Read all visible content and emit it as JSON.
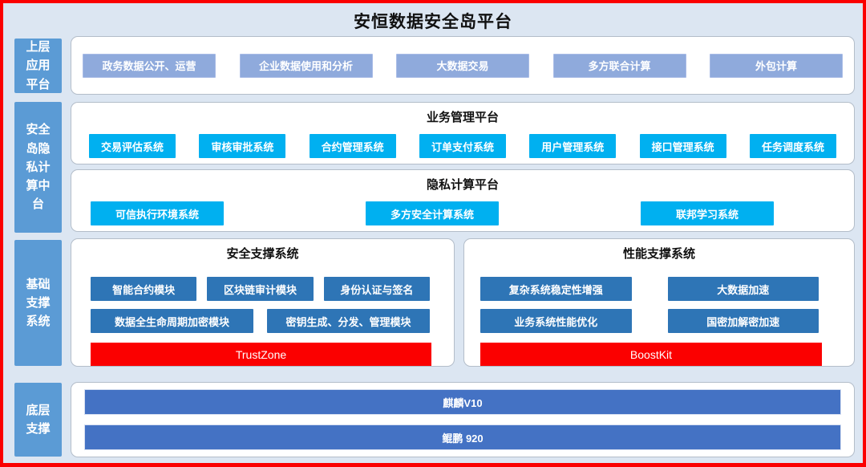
{
  "title": "安恒数据安全岛平台",
  "colors": {
    "border_red": "#FB0000",
    "background": "#DCE6F2",
    "sidebar_blue": "#5B9BD5",
    "app_periwinkle": "#8FAADC",
    "system_cyan": "#00B0F0",
    "module_steel_blue": "#2E75B6",
    "base_royal_blue": "#4472C4",
    "highlight_red": "#FB0000"
  },
  "sidebar": {
    "items": [
      {
        "label": "上层应用平台"
      },
      {
        "label": "安全岛隐私计算中台"
      },
      {
        "label": "基础支撑系统"
      },
      {
        "label": "底层支撑"
      }
    ]
  },
  "app_layer": {
    "buttons": [
      "政务数据公开、运营",
      "企业数据使用和分析",
      "大数据交易",
      "多方联合计算",
      "外包计算"
    ]
  },
  "business_platform": {
    "title": "业务管理平台",
    "buttons": [
      "交易评估系统",
      "审核审批系统",
      "合约管理系统",
      "订单支付系统",
      "用户管理系统",
      "接口管理系统",
      "任务调度系统"
    ]
  },
  "privacy_platform": {
    "title": "隐私计算平台",
    "buttons": [
      "可信执行环境系统",
      "多方安全计算系统",
      "联邦学习系统"
    ]
  },
  "security_support": {
    "title": "安全支撑系统",
    "row1": [
      "智能合约模块",
      "区块链审计模块",
      "身份认证与签名"
    ],
    "row2": [
      "数据全生命周期加密模块",
      "密钥生成、分发、管理模块"
    ],
    "highlight": "TrustZone"
  },
  "performance_support": {
    "title": "性能支撑系统",
    "row1": [
      "复杂系统稳定性增强",
      "大数据加速"
    ],
    "row2": [
      "业务系统性能优化",
      "国密加解密加速"
    ],
    "highlight": "BoostKit"
  },
  "base_layer": {
    "bars": [
      "麒麟V10",
      "鲲鹏 920"
    ]
  }
}
